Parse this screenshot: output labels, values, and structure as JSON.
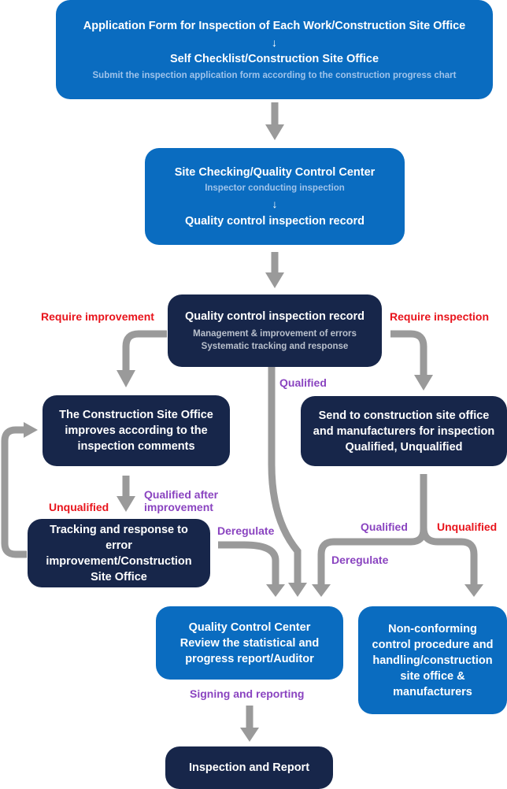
{
  "colors": {
    "blue_box": "#0a6cc0",
    "navy_box": "#17264a",
    "arrow": "#9a9a9a",
    "red_label": "#e8141c",
    "purple_label": "#8a44c0"
  },
  "boxes": {
    "application": {
      "line1": "Application Form for Inspection of Each Work/Construction Site Office",
      "arrow": "↓",
      "line2": "Self Checklist/Construction Site Office",
      "sub": "Submit the inspection application form according to the construction progress chart"
    },
    "site_checking": {
      "line1": "Site Checking/Quality Control Center",
      "sub": "Inspector conducting inspection",
      "arrow": "↓",
      "line2": "Quality control inspection record"
    },
    "qc_record": {
      "title": "Quality control inspection record",
      "sub1": "Management & improvement of errors",
      "sub2": "Systematic tracking and response"
    },
    "site_improves": {
      "lines": [
        "The Construction Site Office",
        "improves according to the",
        "inspection comments"
      ]
    },
    "send_to": {
      "lines": [
        "Send to construction site office",
        "and manufacturers for inspection",
        "Qualified, Unqualified"
      ]
    },
    "tracking": {
      "lines": [
        "Tracking and response to error",
        "improvement/Construction",
        "Site Office"
      ]
    },
    "qcc_review": {
      "lines": [
        "Quality Control Center",
        "Review the statistical and",
        "progress report/Auditor"
      ]
    },
    "nonconforming": {
      "lines": [
        "Non-conforming",
        "control procedure and",
        "handling/construction",
        "site office &",
        "manufacturers"
      ]
    },
    "report": {
      "title": "Inspection and Report"
    }
  },
  "labels": {
    "require_improvement": "Require improvement",
    "require_inspection": "Require inspection",
    "qualified_center": "Qualified",
    "unqualified_left": "Unqualified",
    "qualified_after_1": "Qualified after",
    "qualified_after_2": "improvement",
    "deregulate_left": "Deregulate",
    "qualified_right": "Qualified",
    "unqualified_right": "Unqualified",
    "deregulate_right": "Deregulate",
    "signing": "Signing and reporting"
  }
}
